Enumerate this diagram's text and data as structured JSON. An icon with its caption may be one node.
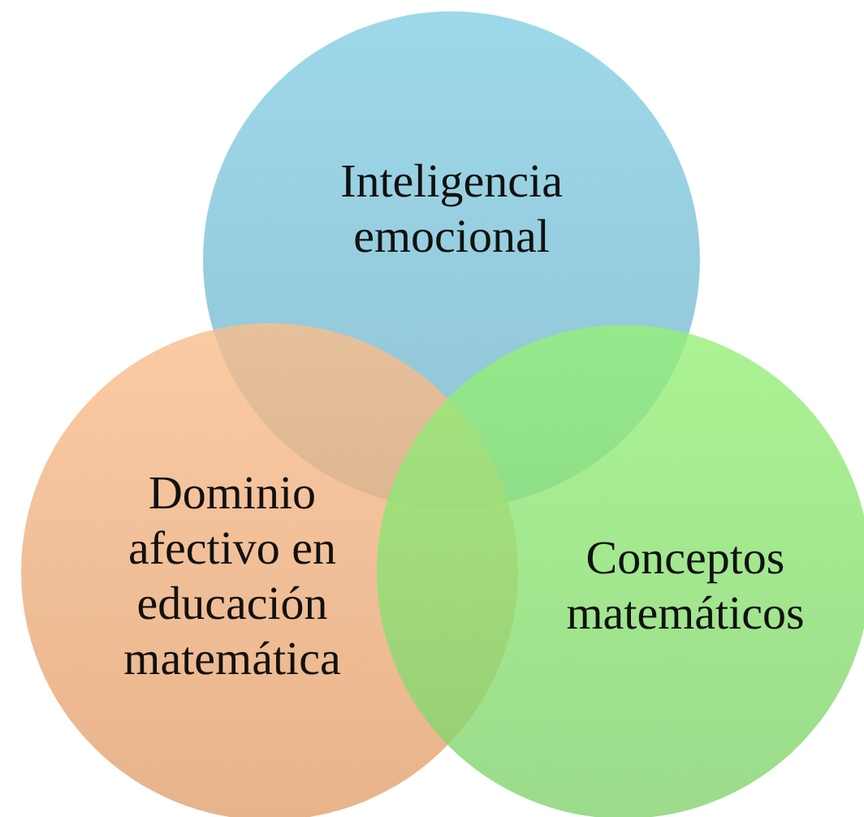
{
  "diagram": {
    "nodes": [
      {
        "text": [
          "Inteligencia emocional"
        ]
      },
      {
        "text": [
          "Dominio afectivo en educación matemática"
        ]
      },
      {
        "text": [
          "Conceptos matemáticos"
        ]
      }
    ]
  }
}
